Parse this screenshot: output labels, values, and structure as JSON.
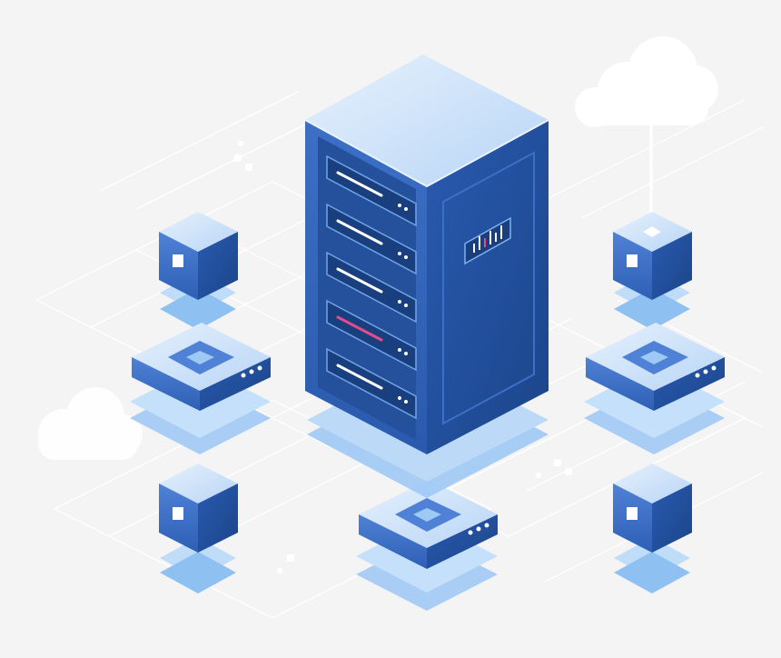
{
  "illustration": {
    "subject": "server-rack-network",
    "icons": [
      "cloud-icon",
      "server-rack-icon",
      "server-rack-activity-icon",
      "network-switch-icon",
      "node-cube-icon"
    ],
    "nodes": {
      "cubes": 4,
      "switches": 3,
      "servers_in_rack": 5
    },
    "colors": {
      "background": "#f4f4f5",
      "grid": "#ffffff",
      "navy": "#1f4d96",
      "blue": "#3f71c8",
      "light_blue": "#a9cdf4",
      "top_face": "#d7e8fb",
      "accent_pink": "#e64b8a"
    }
  }
}
